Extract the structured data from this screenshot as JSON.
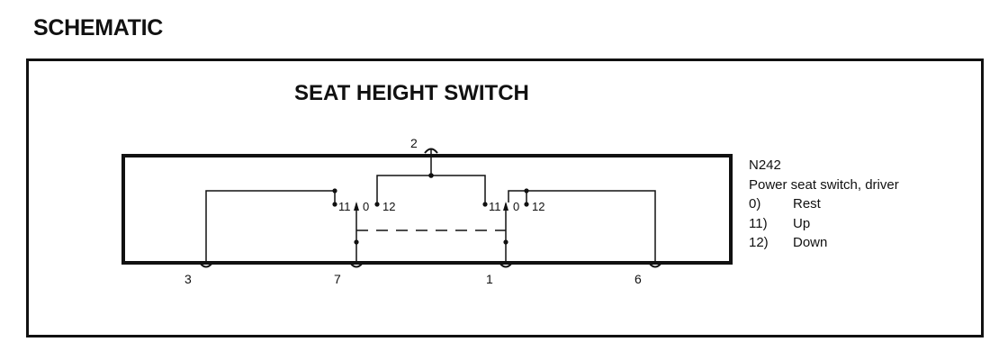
{
  "heading": "SCHEMATIC",
  "title": "SEAT HEIGHT SWITCH",
  "component": {
    "id": "N242",
    "description": "Power seat switch, driver"
  },
  "positions": [
    {
      "key": "0)",
      "label": "Rest"
    },
    {
      "key": "11)",
      "label": "Up"
    },
    {
      "key": "12)",
      "label": "Down"
    }
  ],
  "pins": {
    "top": "2",
    "bottom": [
      "3",
      "7",
      "1",
      "6"
    ]
  },
  "contact_labels": {
    "left": [
      "11",
      "0",
      "12"
    ],
    "right": [
      "11",
      "0",
      "12"
    ]
  }
}
